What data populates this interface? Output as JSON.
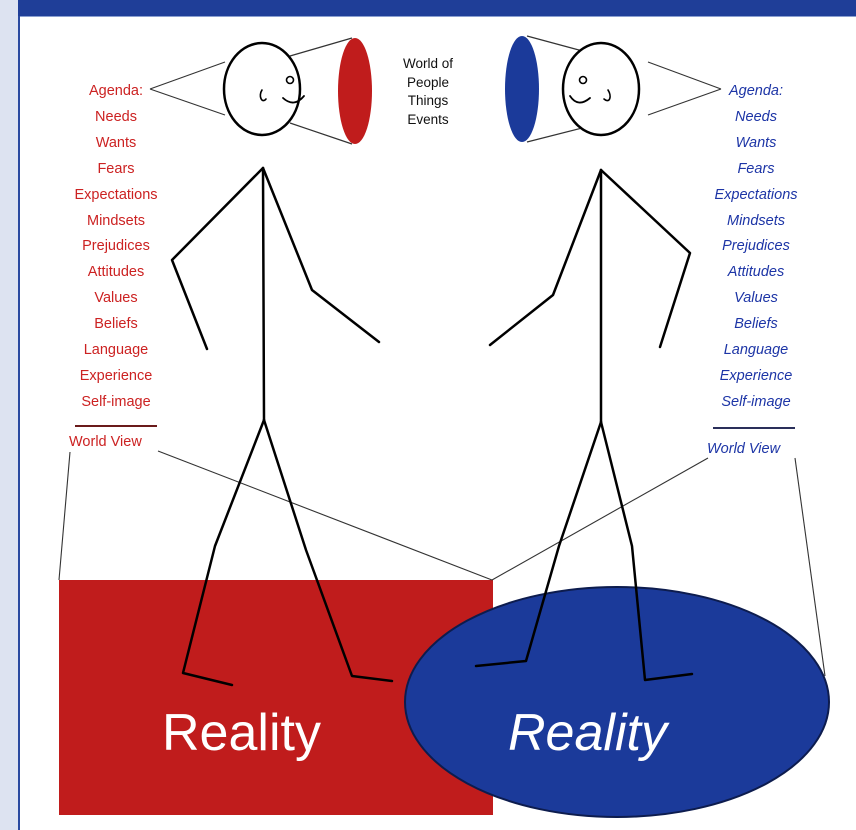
{
  "colors": {
    "red": "#c01c1c",
    "blue": "#1b3a9a",
    "red_text": "#cc2222",
    "blue_text": "#1d35a6",
    "frame": "#1f3e98"
  },
  "left_person": {
    "list": [
      "Agenda:",
      "Needs",
      "Wants",
      "Fears",
      "Expectations",
      "Mindsets",
      "Prejudices",
      "Attitudes",
      "Values",
      "Beliefs",
      "Language",
      "Experience",
      "Self-image"
    ],
    "world_view": "World View",
    "reality": "Reality"
  },
  "right_person": {
    "list": [
      "Agenda:",
      "Needs",
      "Wants",
      "Fears",
      "Expectations",
      "Mindsets",
      "Prejudices",
      "Attitudes",
      "Values",
      "Beliefs",
      "Language",
      "Experience",
      "Self-image"
    ],
    "world_view": "World View",
    "reality": "Reality"
  },
  "world": [
    "World of",
    "People",
    "Things",
    "Events"
  ]
}
